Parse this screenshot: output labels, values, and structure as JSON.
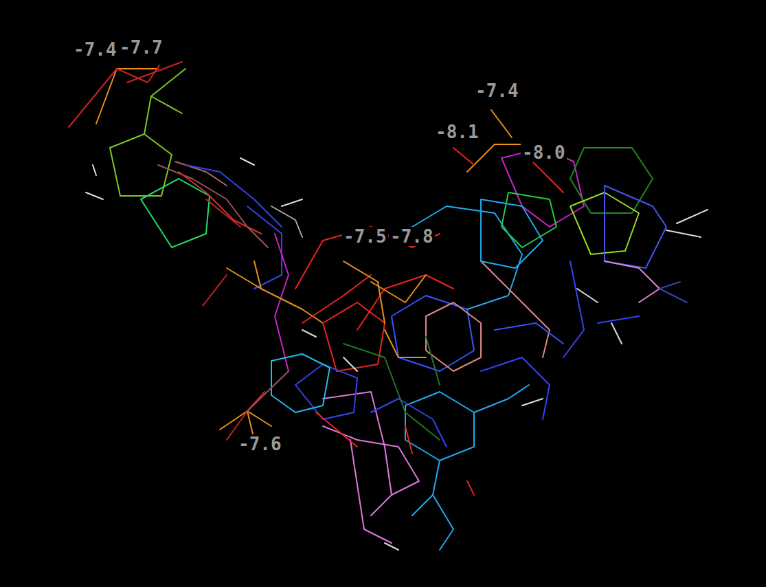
{
  "diagram": {
    "labels": [
      "-7.4",
      "-7.7",
      "-7.4",
      "-8.1",
      "-8.0",
      "-7.5",
      "-7.8",
      "-7.6"
    ]
  }
}
